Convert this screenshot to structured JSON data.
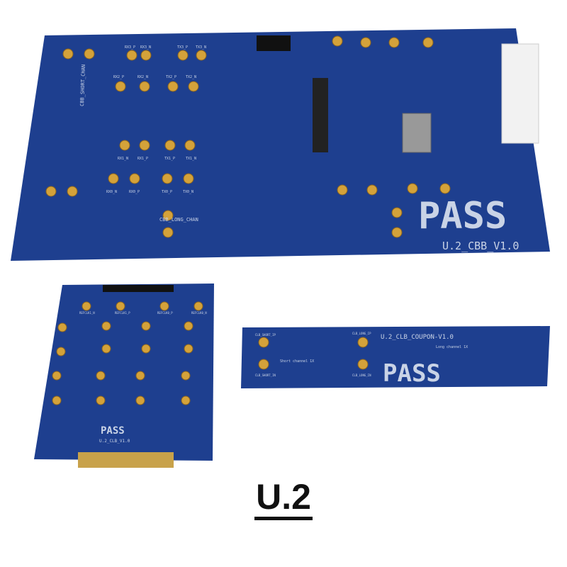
{
  "colors": {
    "pcb": "#1e3f8f",
    "pcb_dark": "#16307a",
    "gold": "#d4a23a",
    "silk": "#c9d3e6"
  },
  "main_board": {
    "brand": "PASS",
    "version": "U.2_CBB_V1.0",
    "short_chan": "CBB_SHORT_CHAN",
    "long_chan": "CBB_LONG_CHAN",
    "lane_labels": [
      "RX3_P",
      "RX3_N",
      "TX3_P",
      "TX3_N",
      "RX2_P",
      "RX2_N",
      "TX2_P",
      "TX2_N",
      "RX1_N",
      "RX1_P",
      "TX1_P",
      "TX1_N",
      "RX0_N",
      "RX0_P",
      "TX0_P",
      "TX0_N"
    ]
  },
  "clb_board": {
    "brand": "PASS",
    "version": "U.2_CLB_V1.0",
    "refclk_labels": [
      "REFCLK1_N",
      "REFCLK1_P",
      "REFCLK0_P",
      "REFCLK0_N"
    ]
  },
  "coupon_board": {
    "brand": "PASS",
    "version": "U.2_CLB_COUPON-V1.0",
    "short_label": "Short channel 1X",
    "long_label": "Long channel 1X",
    "pads": [
      "CLB_SHORT_IP",
      "CLB_SHORT_IN",
      "CLB_LONG_IP",
      "CLB_LONG_IN"
    ]
  },
  "caption": "U.2"
}
